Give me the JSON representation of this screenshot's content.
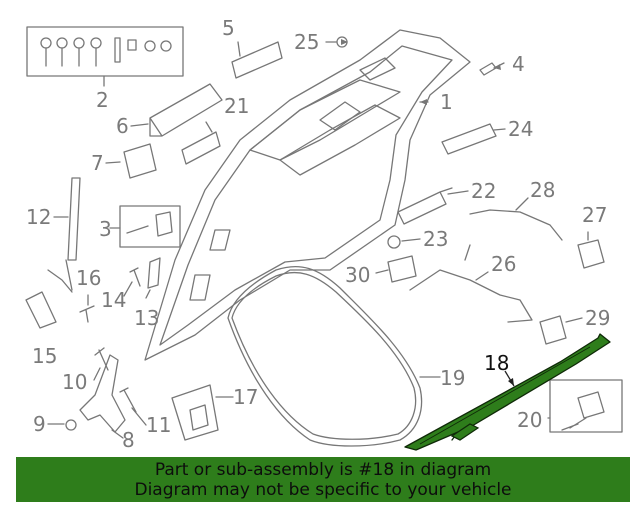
{
  "labels": {
    "l1": "1",
    "l2": "2",
    "l3": "3",
    "l4": "4",
    "l5": "5",
    "l6": "6",
    "l7": "7",
    "l8": "8",
    "l9": "9",
    "l10": "10",
    "l11": "11",
    "l12": "12",
    "l13": "13",
    "l14": "14",
    "l15": "15",
    "l16": "16",
    "l17": "17",
    "l18": "18",
    "l19": "19",
    "l20": "20",
    "l21": "21",
    "l22": "22",
    "l23": "23",
    "l24": "24",
    "l25": "25",
    "l26": "26",
    "l27": "27",
    "l28": "28",
    "l29": "29",
    "l30": "30"
  },
  "highlight_part": "18",
  "highlight_color": "#2e7d1b",
  "banner": {
    "line1": "Part or sub-assembly is #18 in diagram",
    "line2": "Diagram may not be specific to your vehicle"
  }
}
